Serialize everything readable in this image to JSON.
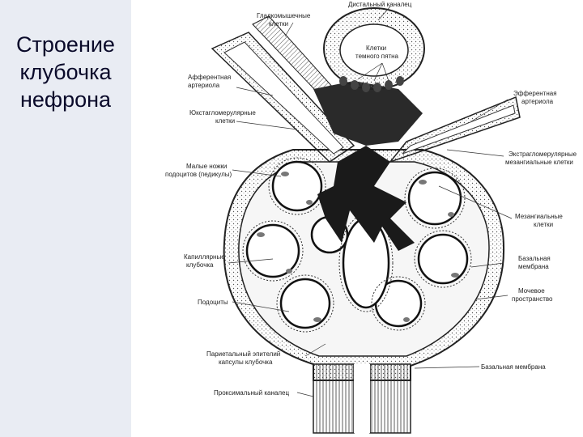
{
  "slide": {
    "title_lines": [
      "Строение",
      "клубочка",
      "нефрона"
    ]
  },
  "figure": {
    "labels": {
      "distal_tubule": "Дистальный каналец",
      "smooth_muscle_1": "Гладкомышечные",
      "smooth_muscle_2": "клетки",
      "macula_densa_1": "Клетки",
      "macula_densa_2": "темного пятна",
      "afferent_1": "Афферентная",
      "afferent_2": "артериола",
      "efferent_1": "Эфферентная",
      "efferent_2": "артериола",
      "jg_1": "Юкстагломерулярные",
      "jg_2": "клетки",
      "extra_mes_1": "Экстрагломерулярные",
      "extra_mes_2": "мезангиальные клетки",
      "podocyte_feet_1": "Малые ножки",
      "podocyte_feet_2": "подоцитов (педикулы)",
      "mesangial_1": "Мезангиальные",
      "mesangial_2": "клетки",
      "capillary_loop_1": "Капиллярные",
      "capillary_loop_2": "клубочка",
      "basement_1": "Базальная",
      "basement_2": "мембрана",
      "podocytes": "Подоциты",
      "urinary_1": "Мочевое",
      "urinary_2": "пространство",
      "parietal_1": "Париетальный эпителий",
      "parietal_2": "капсулы клубочка",
      "basement_membrane": "Базальная мембрана",
      "proximal_tubule": "Проксимальный каналец"
    }
  }
}
